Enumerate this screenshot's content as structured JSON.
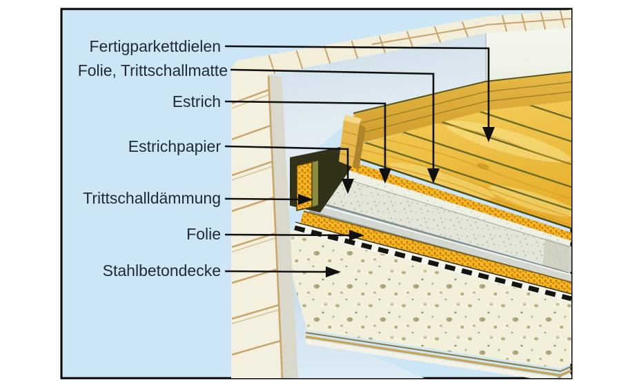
{
  "panel": {
    "background": "#cde6f5",
    "border_color": "#000000"
  },
  "labels": [
    {
      "text": "Fertigparkettdielen",
      "arrow": "down"
    },
    {
      "text": "Folie, Trittschallmatte",
      "arrow": "down"
    },
    {
      "text": "Estrich",
      "arrow": "down"
    },
    {
      "text": "Estrichpapier",
      "arrow": "down"
    },
    {
      "text": "Trittschalldämmung",
      "arrow": "right"
    },
    {
      "text": "Folie",
      "arrow": "right"
    },
    {
      "text": "Stahlbetondecke",
      "arrow": "right"
    }
  ],
  "colors": {
    "background_blue": "#cde6f5",
    "label_text": "#1f2834",
    "leader_line": "#101010",
    "parquet_gold": "#eec23f",
    "parquet_grain": "#d79a28",
    "plank_gap": "#6a6a28",
    "insulation_yellow": "#f1bd22",
    "insulation_dots": "#e0800f",
    "screed_gray": "#e3e5d8",
    "paper_gray": "#d4d7d0",
    "foil_white": "#f6f6ec",
    "foil_dash_black": "#15150f",
    "concrete_cream": "#f2efda",
    "concrete_speckle": "#aba578",
    "wall_cream": "#f2eeda",
    "mortar_tan": "#c9a368",
    "wall_shadow_blue": "#c2d7e3"
  }
}
